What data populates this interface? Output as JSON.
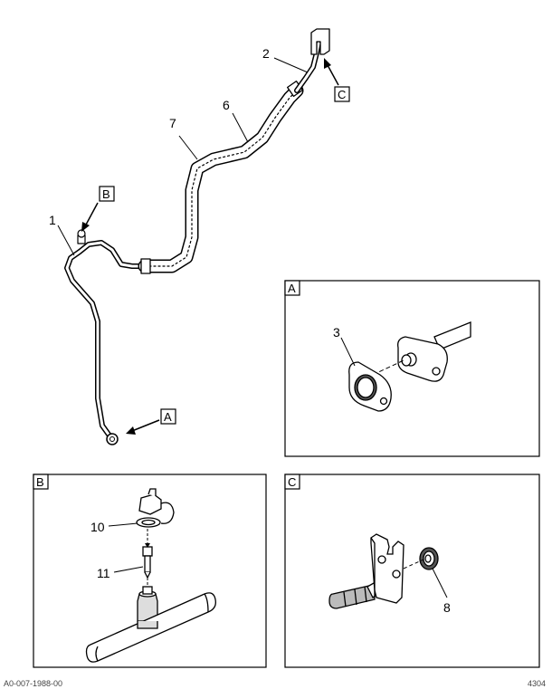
{
  "callouts": {
    "c1": "1",
    "c2": "2",
    "c3": "3",
    "c6": "6",
    "c7": "7",
    "c8": "8",
    "c10": "10",
    "c11": "11"
  },
  "view_refs": {
    "A": "A",
    "B": "B",
    "C": "C"
  },
  "panels": {
    "A": "A",
    "B": "B",
    "C": "C"
  },
  "footer": {
    "left": "A0-007-1988-00",
    "right": "4304"
  },
  "colors": {
    "line": "#000000",
    "fill": "#ffffff",
    "shade": "#bfbfbf"
  }
}
